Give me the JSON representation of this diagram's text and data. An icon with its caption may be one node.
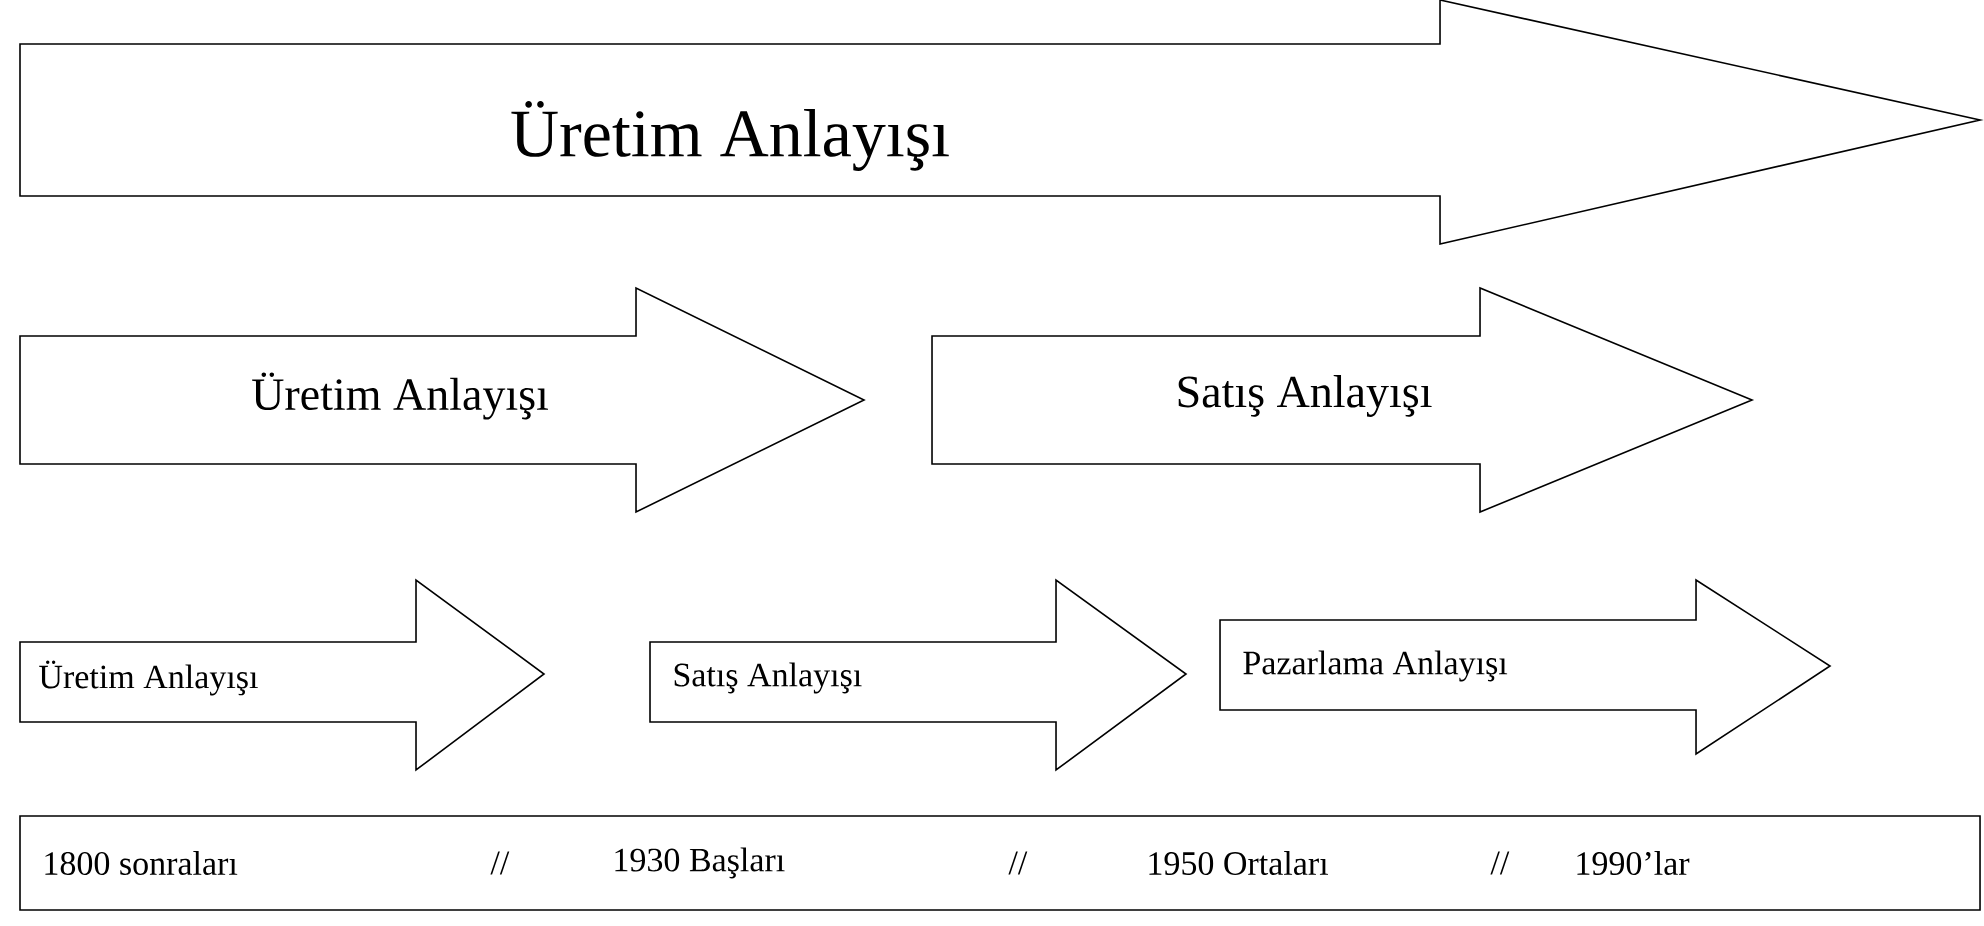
{
  "diagram": {
    "nodes": [
      {
        "text": [
          "Üretim Anlayışı"
        ]
      },
      {
        "text": [
          "Üretim Anlayışı"
        ]
      },
      {
        "text": [
          "Satış Anlayışı"
        ]
      },
      {
        "text": [
          "Üretim Anlayışı"
        ]
      },
      {
        "text": [
          "Satış Anlayışı"
        ]
      },
      {
        "text": [
          "Pazarlama Anlayışı"
        ]
      },
      {
        "text": [
          "1800 sonraları",
          "//",
          "1930 Başları",
          "//",
          "1950 Ortaları",
          "//",
          "1990’lar"
        ]
      }
    ]
  }
}
